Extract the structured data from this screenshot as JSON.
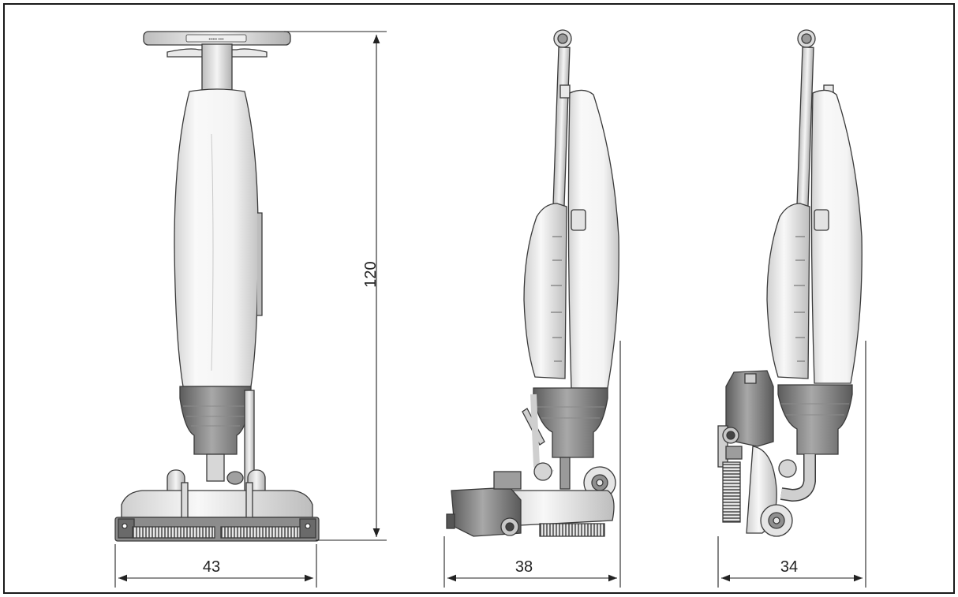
{
  "dimensions": {
    "height_label": "120",
    "front_width_label": "43",
    "side_width_label": "38",
    "side_folded_width_label": "34"
  },
  "colors": {
    "body": "#f7f7f7",
    "body_shade": "#d9d9d9",
    "outline": "#3a3a3a",
    "dark_part": "#6e6e6e",
    "mid_part": "#9a9a9a",
    "dim_line": "#222222"
  },
  "views": [
    "front-view",
    "side-view-operating",
    "side-view-folded"
  ]
}
